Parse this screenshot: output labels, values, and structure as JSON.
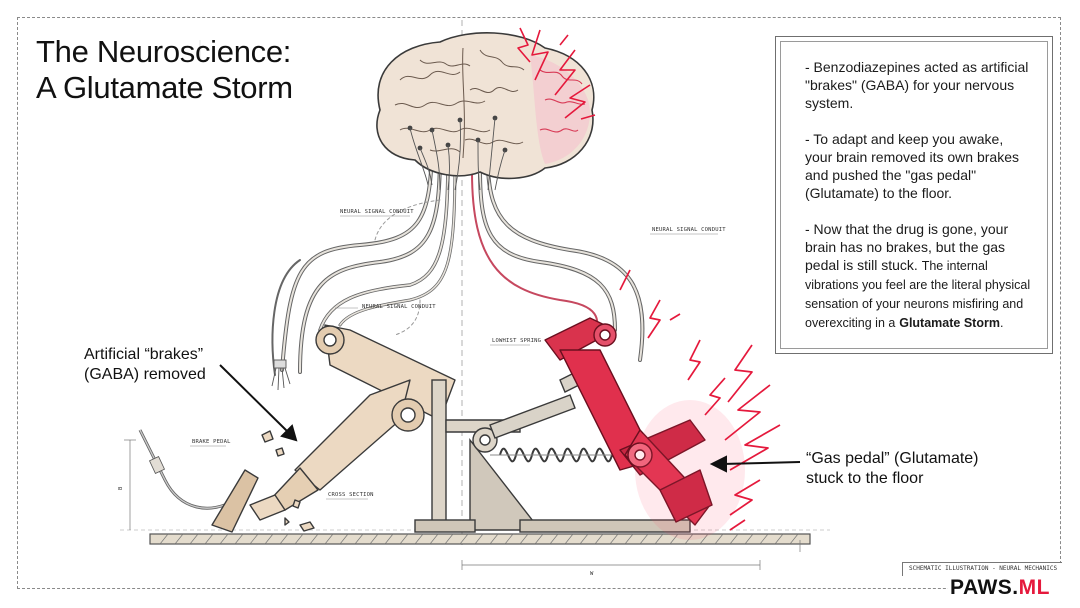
{
  "title": {
    "line1": "The Neuroscience:",
    "line2": "A Glutamate Storm"
  },
  "info_box": {
    "para1": "- Benzodiazepines acted as artificial \"brakes\" (GABA) for your nervous system.",
    "para2": "- To adapt and keep you awake, your brain removed its own brakes and pushed the \"gas pedal\" (Glutamate) to the floor.",
    "para3_main": "- Now that the drug is gone, your brain has no brakes, but the gas pedal is still stuck.",
    "para3_small": "The internal vibrations you feel are the literal physical sensation of your neurons misfiring and overexciting in a",
    "para3_bold": "Glutamate Storm",
    "para3_end": "."
  },
  "callouts": {
    "left_line1": "Artificial “brakes”",
    "left_line2": "(GABA) removed",
    "right_line1": "“Gas pedal” (Glutamate)",
    "right_line2": "stuck to the floor"
  },
  "tiny_labels": {
    "conduit_top_left": "NEURAL SIGNAL CONDUIT",
    "conduit_mid": "NEURAL SIGNAL CONDUIT",
    "conduit_right": "NEURAL SIGNAL CONDUIT",
    "spring": "LOWHIST SPRING",
    "brake_pedal": "BRAKE PEDAL",
    "cross_section": "CROSS SECTION",
    "dim_bottom": "W",
    "dim_side": "B"
  },
  "footer": {
    "label": "SCHEMATIC ILLUSTRATION - NEURAL MECHANICS"
  },
  "brand": {
    "name": "PAWS.",
    "accent": "ML"
  },
  "colors": {
    "accent_red": "#e5193c",
    "beige": "#ecd9c2",
    "metal": "#d9d3c8",
    "ink": "#2a2a2a"
  }
}
